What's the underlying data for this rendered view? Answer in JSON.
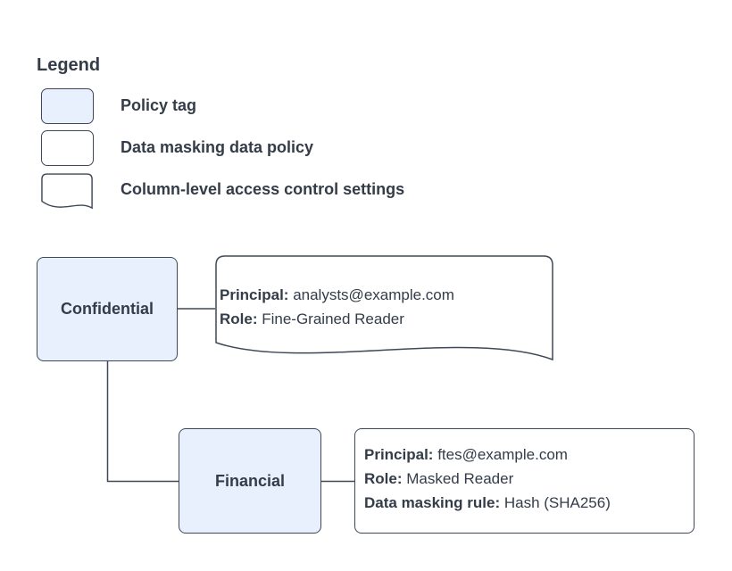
{
  "legend": {
    "title": "Legend",
    "items": [
      {
        "shape": "policy-tag",
        "label": "Policy tag"
      },
      {
        "shape": "data-masking-policy",
        "label": "Data masking data policy"
      },
      {
        "shape": "column-access-document",
        "label": "Column-level access control settings"
      }
    ]
  },
  "diagram": {
    "nodes": {
      "confidential": {
        "label": "Confidential"
      },
      "financial": {
        "label": "Financial"
      }
    },
    "notes": {
      "confidential": {
        "lines": [
          {
            "label": "Principal:",
            "value": " analysts@example.com"
          },
          {
            "label": "Role:",
            "value": " Fine-Grained Reader"
          }
        ]
      },
      "financial": {
        "lines": [
          {
            "label": "Principal:",
            "value": " ftes@example.com"
          },
          {
            "label": "Role:",
            "value": " Masked Reader"
          },
          {
            "label": "Data masking rule:",
            "value": " Hash (SHA256)"
          }
        ]
      }
    }
  },
  "colors": {
    "policy_tag_fill": "#e8f0fe",
    "shape_stroke": "#3e4857",
    "text": "#333c48",
    "background": "#ffffff"
  }
}
